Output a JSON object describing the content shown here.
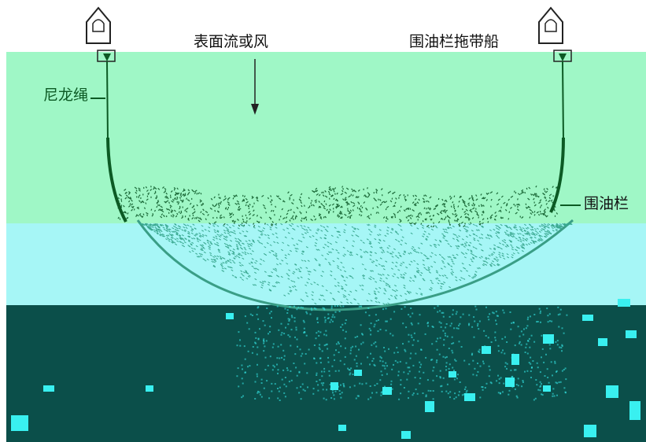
{
  "labels": {
    "surface_flow_wind": "表面流或风",
    "boom_towing_boat": "围油栏拖带船",
    "nylon_rope": "尼龙绳",
    "oil_boom": "围油栏"
  },
  "colors": {
    "band_light_green": "#9ff7c6",
    "band_cyan": "#a6f6f6",
    "band_dark_teal": "#0b4f4a",
    "rope_green": "#0c5a24",
    "oil_speckle": "#1d6b3a",
    "glitch_cyan": "#39f0f0"
  },
  "icons": {
    "left_boat": "boat-icon",
    "right_boat": "boat-icon",
    "flow_arrow": "down-arrow-icon"
  }
}
